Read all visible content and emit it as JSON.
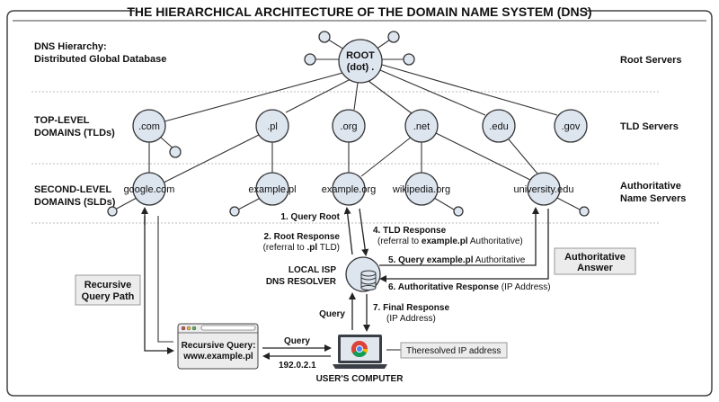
{
  "title": "THE HIERARCHICAL ARCHITECTURE OF THE DOMAIN NAME SYSTEM (DNS)",
  "left_labels": {
    "hierarchy_line1": "DNS Hierarchy:",
    "hierarchy_line2": "Distributed Global Database",
    "tld_line1": "TOP-LEVEL",
    "tld_line2": "DOMAINS (TLDs)",
    "sld_line1": "SECOND-LEVEL",
    "sld_line2": "DOMAINS (SLDs)"
  },
  "right_labels": {
    "root": "Root Servers",
    "tld": "TLD Servers",
    "auth_line1": "Authoritative",
    "auth_line2": "Name Servers"
  },
  "root": {
    "line1": "ROOT",
    "line2": "(dot) ."
  },
  "tlds": [
    ".com",
    ".pl",
    ".org",
    ".net",
    ".edu",
    ".gov"
  ],
  "slds": [
    "google.com",
    "example.pl",
    "example.org",
    "wikipedia.org",
    "university.edu"
  ],
  "steps": {
    "s1": "1. Query Root",
    "s2_title": "2. Root Response",
    "s2_pre": "(referral to ",
    "s2_bold": ".pl",
    "s2_post": " TLD)",
    "s4_title": "4. TLD Response",
    "s4_pre": "(referral to ",
    "s4_bold": "example.pl",
    "s4_post": " Authoritative)",
    "s5_bold": "5. Query example.pl",
    "s5_post": " Authoritative",
    "s6_bold": "6. Authoritative Response",
    "s6_post": " (IP Address)",
    "s7_title": "7. Final Response",
    "s7_sub": "(IP Address)"
  },
  "resolver": {
    "line1": "LOCAL ISP",
    "line2": "DNS RESOLVER"
  },
  "query_label": "Query",
  "browser": {
    "line1": "Recursive Query:",
    "line2": "www.example.pl"
  },
  "browser_query": "Query",
  "browser_ip": "192.0.2.1",
  "computer_label": "USER'S COMPUTER",
  "resolved_note": "Theresolved IP address",
  "callouts": {
    "recursive_line1": "Recursive",
    "recursive_line2": "Query Path",
    "auth_line1": "Authoritative",
    "auth_line2": "Answer"
  },
  "colors": {
    "node_fill": "#dde5ef",
    "stroke": "#333333"
  }
}
